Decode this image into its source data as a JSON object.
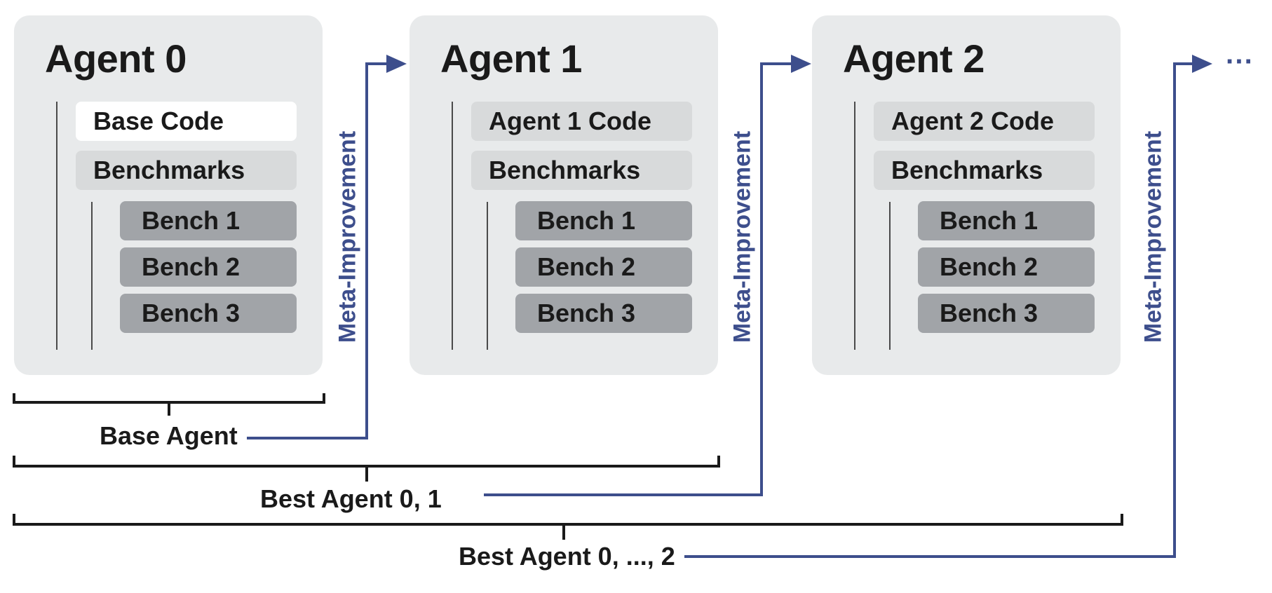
{
  "agents": [
    {
      "title": "Agent 0",
      "code": "Base Code",
      "benchmarks": "Benchmarks",
      "benches": [
        "Bench 1",
        "Bench 2",
        "Bench 3"
      ]
    },
    {
      "title": "Agent 1",
      "code": "Agent 1 Code",
      "benchmarks": "Benchmarks",
      "benches": [
        "Bench 1",
        "Bench 2",
        "Bench 3"
      ]
    },
    {
      "title": "Agent 2",
      "code": "Agent 2 Code",
      "benchmarks": "Benchmarks",
      "benches": [
        "Bench 1",
        "Bench 2",
        "Bench 3"
      ]
    }
  ],
  "meta_improvement_label": "Meta-Improvement",
  "brackets": [
    "Base Agent",
    "Best Agent 0, 1",
    "Best Agent 0, ..., 2"
  ],
  "continuation": "···",
  "colors": {
    "arrow": "#3d4e8c",
    "card": "#e8eaeb",
    "bracket": "#1a1a1a"
  }
}
